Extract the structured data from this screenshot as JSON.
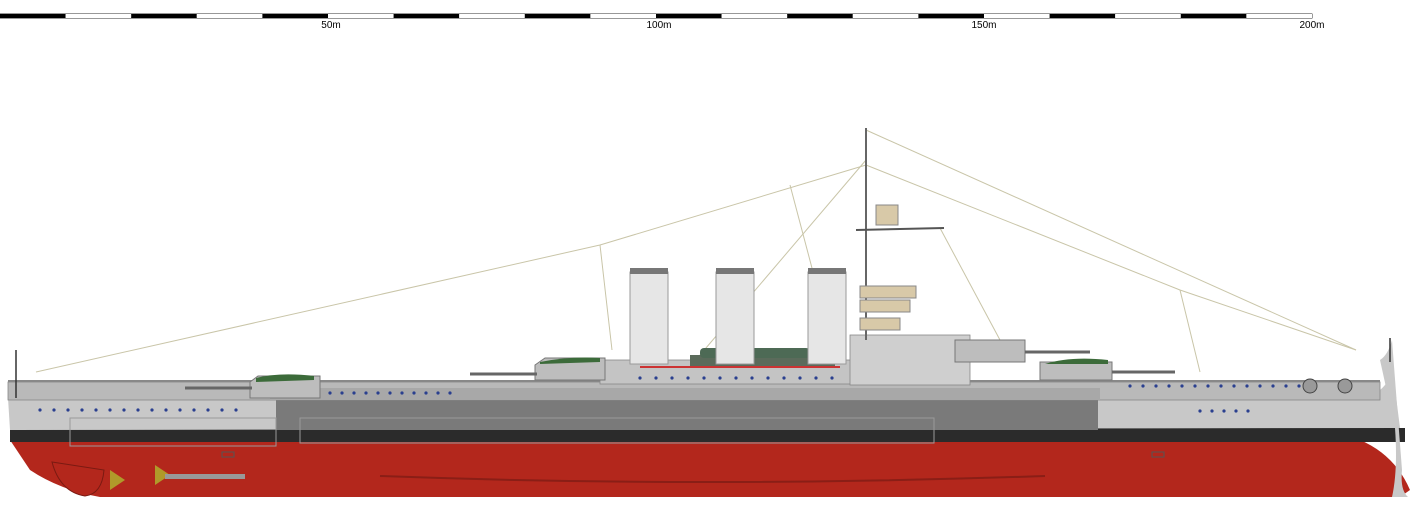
{
  "scale_bar": {
    "labels": [
      "50m",
      "100m",
      "150m",
      "200m"
    ],
    "colors": {
      "dark": "#000000",
      "light": "#ffffff"
    }
  },
  "ship": {
    "colors": {
      "hull_red": "#b3271c",
      "boot_black": "#2b2b2b",
      "hull_grey": "#c8c8c8",
      "belt_grey": "#7a7a7a",
      "deck_grey": "#b9b9b9",
      "turret_grey": "#bdbdbd",
      "turret_green": "#3c6b3a",
      "funnel_white": "#e6e6e6",
      "porthole_blue": "#2a3f8f",
      "rigging": "#c9c5a8",
      "propeller": "#b09a2a"
    }
  }
}
